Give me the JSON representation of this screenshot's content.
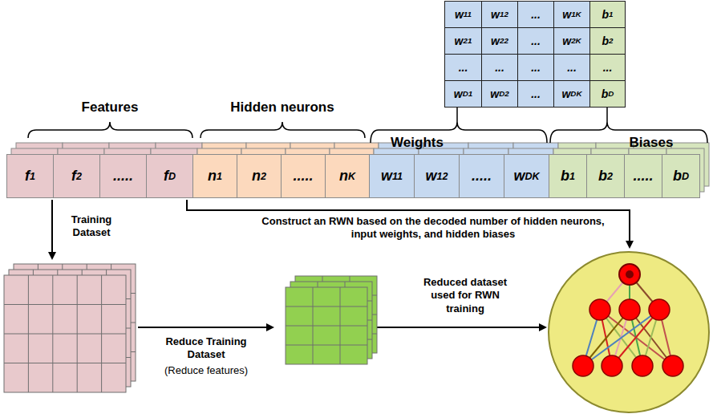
{
  "diagram": {
    "labels": [
      "w11",
      "w12",
      "...",
      "w1K",
      "b1",
      "w21",
      "w22",
      "...",
      "w2K",
      "b2",
      "...",
      "...",
      "...",
      "...",
      "...",
      "wD1",
      "wD2",
      "...",
      "wDK",
      "bD",
      "Features",
      "Hidden neurons",
      "Weights",
      "Biases",
      "f1",
      "f2",
      ".....",
      "fD",
      "n1",
      "n2",
      ".....",
      "nK",
      "w11",
      "w12",
      ".....",
      "wDK",
      "b1",
      "b2",
      ".....",
      "bD",
      "Training Dataset",
      "Construct an RWN based on the decoded number of hidden neurons, input weights, and hidden biases",
      "Reduce Training Dataset",
      "(Reduce features)",
      "Reduced dataset used for RWN training"
    ]
  }
}
